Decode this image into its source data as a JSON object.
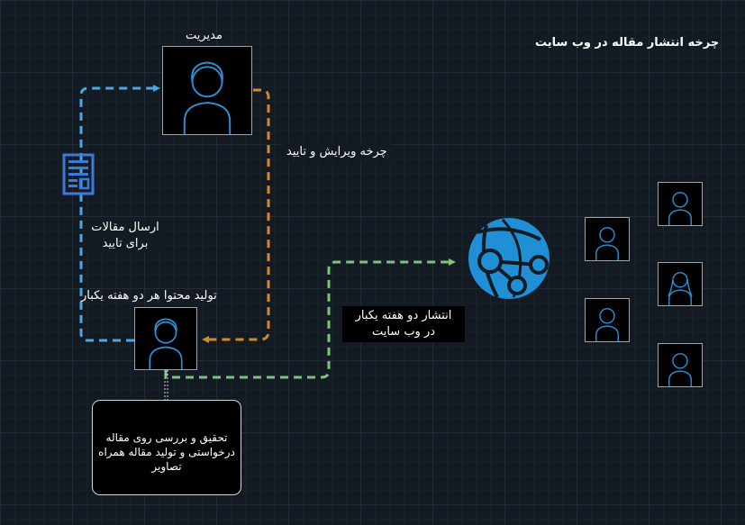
{
  "title": "چرخه انتشار مقاله در وب سایت",
  "manager": {
    "label": "مدیریت",
    "icon": "user-avatar-icon"
  },
  "writer": {
    "label": "تولید محتوا هر دو هفته یکبار",
    "icon": "user-avatar-icon"
  },
  "edit_cycle_label": "چرخه ویرایش و تایید",
  "send_label_line1": "ارسال مقالات",
  "send_label_line2": "برای تایید",
  "publish_label_line1": "انتشار دو هفته یکبار",
  "publish_label_line2": "در وب سایت",
  "note_text": "تحقیق و بررسی روی مقاله\nدرخواستی و تولید مقاله همراه\nتصاویر",
  "icons": {
    "document": "document-icon",
    "website": "web-app-globe-icon",
    "audience": "user-avatar-icon"
  },
  "colors": {
    "blue_flow": "#4aa6e8",
    "orange_flow": "#d08a2a",
    "green_flow": "#7cc576",
    "globe": "#1f8fd6",
    "document": "#3b7bd8"
  }
}
